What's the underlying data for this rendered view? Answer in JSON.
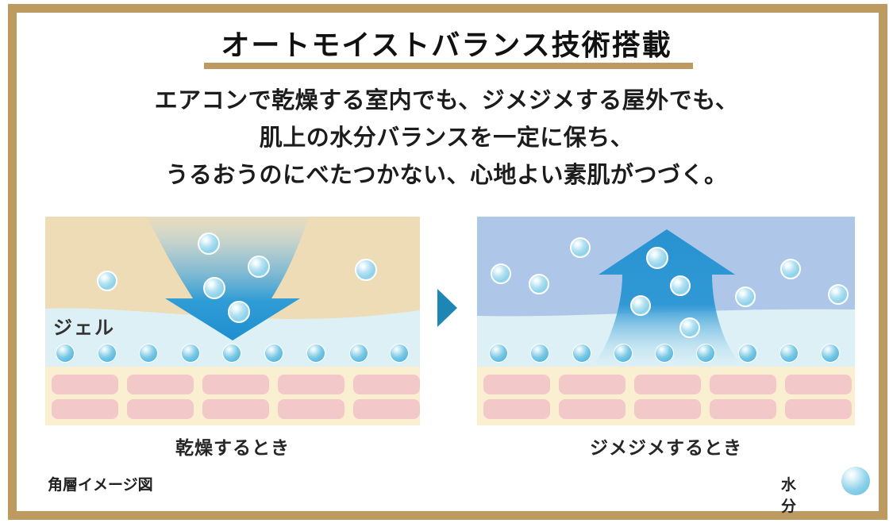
{
  "header": {
    "title": "オートモイストバランス技術搭載"
  },
  "description": {
    "line1": "エアコンで乾燥する室内でも、ジメジメする屋外でも、",
    "line2": "肌上の水分バランスを一定に保ち、",
    "line3": "うるおうのにべたつかない、心地よい素肌がつづく。"
  },
  "panels": {
    "dry": {
      "caption": "乾燥するとき",
      "gel_label": "ジェル",
      "arrow_direction": "down",
      "air_droplets": [
        [
          78,
          81,
          13
        ],
        [
          206,
          34,
          14
        ],
        [
          269,
          63,
          14
        ],
        [
          213,
          90,
          14
        ],
        [
          244,
          120,
          14
        ],
        [
          404,
          67,
          14
        ]
      ],
      "gel_droplets": [
        [
          25,
          172,
          12
        ],
        [
          78,
          172,
          12
        ],
        [
          130,
          172,
          12
        ],
        [
          183,
          172,
          12
        ],
        [
          235,
          172,
          12
        ],
        [
          288,
          172,
          12
        ],
        [
          341,
          172,
          12
        ],
        [
          395,
          172,
          12
        ],
        [
          446,
          172,
          12
        ]
      ],
      "cells": {
        "rows": 2,
        "cols": 5
      }
    },
    "humid": {
      "caption": "ジメジメするとき",
      "arrow_direction": "up",
      "air_droplets": [
        [
          30,
          72,
          13
        ],
        [
          78,
          85,
          13
        ],
        [
          130,
          39,
          13
        ],
        [
          227,
          52,
          14
        ],
        [
          256,
          87,
          13
        ],
        [
          206,
          112,
          13
        ],
        [
          268,
          140,
          13
        ],
        [
          338,
          101,
          13
        ],
        [
          395,
          66,
          13
        ],
        [
          455,
          98,
          13
        ]
      ],
      "gel_droplets": [
        [
          27,
          172,
          12
        ],
        [
          79,
          172,
          12
        ],
        [
          132,
          172,
          12
        ],
        [
          184,
          172,
          12
        ],
        [
          236,
          172,
          12
        ],
        [
          288,
          172,
          12
        ],
        [
          341,
          172,
          12
        ],
        [
          393,
          172,
          12
        ],
        [
          445,
          172,
          12
        ]
      ],
      "cells": {
        "rows": 2,
        "cols": 5
      }
    }
  },
  "footer": {
    "note": "角層イメージ図",
    "legend_label": "水分"
  },
  "colors": {
    "frame_gold": "#bc9a60",
    "dry_sky": "#eedcb6",
    "humid_sky": "#aec6e7",
    "gel_layer": "#dcf0f6",
    "skin_band": "#fbefd1",
    "skin_cell": "#f3c8c8",
    "arrow_blue": "#2b9ad5",
    "pointer_blue": "#1e86b5",
    "droplet_blue": "#8fd2ea",
    "text": "#1a1a1a"
  }
}
